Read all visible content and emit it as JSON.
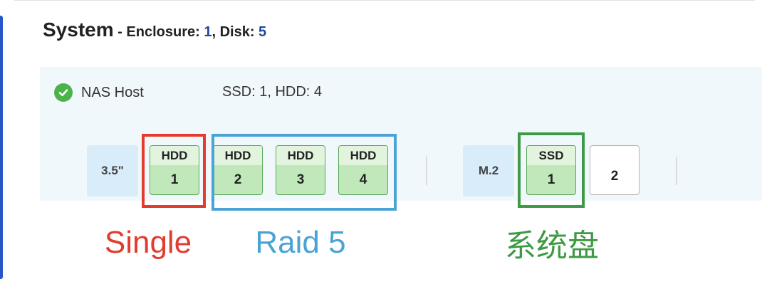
{
  "system": {
    "title": "System",
    "separator": " - ",
    "enclosure_label": "Enclosure: ",
    "enclosure_count": "1",
    "comma": ", ",
    "disk_label": "Disk: ",
    "disk_count": "5"
  },
  "host": {
    "name": "NAS Host",
    "summary": "SSD: 1, HDD: 4",
    "status_icon": "check-circle-icon"
  },
  "bays": {
    "group_35": {
      "label": "3.5\"",
      "slots": [
        {
          "type": "HDD",
          "number": "1"
        },
        {
          "type": "HDD",
          "number": "2"
        },
        {
          "type": "HDD",
          "number": "3"
        },
        {
          "type": "HDD",
          "number": "4"
        }
      ]
    },
    "group_m2": {
      "label": "M.2",
      "slots": [
        {
          "type": "SSD",
          "number": "1"
        },
        {
          "type": "",
          "number": "2"
        }
      ]
    }
  },
  "annotations": {
    "single": {
      "text": "Single",
      "color": "#e33b2e"
    },
    "raid5": {
      "text": "Raid 5",
      "color": "#4aa3d5"
    },
    "system_disk": {
      "text": "系统盘",
      "color": "#3f9a45"
    }
  }
}
